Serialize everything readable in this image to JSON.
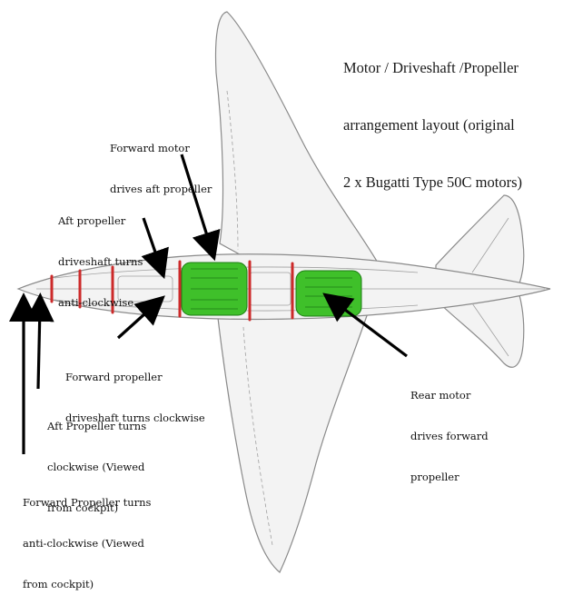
{
  "title_lines": [
    "Motor / Driveshaft /Propeller",
    "arrangement layout (original",
    "2 x Bugatti Type 50C motors)"
  ],
  "labels": {
    "forward_motor": [
      "Forward motor",
      "drives aft propeller"
    ],
    "aft_driveshaft": [
      "Aft propeller",
      "driveshaft turns",
      "anti-clockwise"
    ],
    "forward_driveshaft": [
      "Forward propeller",
      "driveshaft turns clockwise"
    ],
    "rear_motor": [
      "Rear motor",
      "drives forward",
      "propeller"
    ],
    "aft_propeller": [
      "Aft Propeller turns",
      "clockwise (Viewed",
      "from cockpit)"
    ],
    "forward_propeller": [
      "Forward Propeller turns",
      "anti-clockwise (Viewed",
      "from cockpit)"
    ]
  },
  "colors": {
    "airframe_fill": "#f3f3f3",
    "airframe_line": "#8a8a8a",
    "motor": "#3fc02a",
    "bulkhead": "#cc2a2a",
    "arrow": "#000000"
  }
}
